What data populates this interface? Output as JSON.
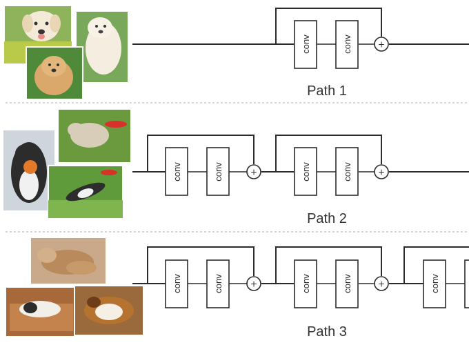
{
  "paths": [
    {
      "label": "Path 1",
      "block_label": "conv",
      "sum_symbol": "+",
      "blocks": 1,
      "image_subject": "golden retriever puppies"
    },
    {
      "label": "Path 2",
      "block_label": "conv",
      "sum_symbol": "+",
      "blocks": 2,
      "image_subject": "dogs catching frisbees"
    },
    {
      "label": "Path 3",
      "block_label": "conv",
      "sum_symbol": "+",
      "blocks": 3,
      "image_subject": "dogs lying on sofa"
    }
  ],
  "colors": {
    "line": "#2b2b2b",
    "divider": "#c8c8c8",
    "label": "#333333"
  }
}
